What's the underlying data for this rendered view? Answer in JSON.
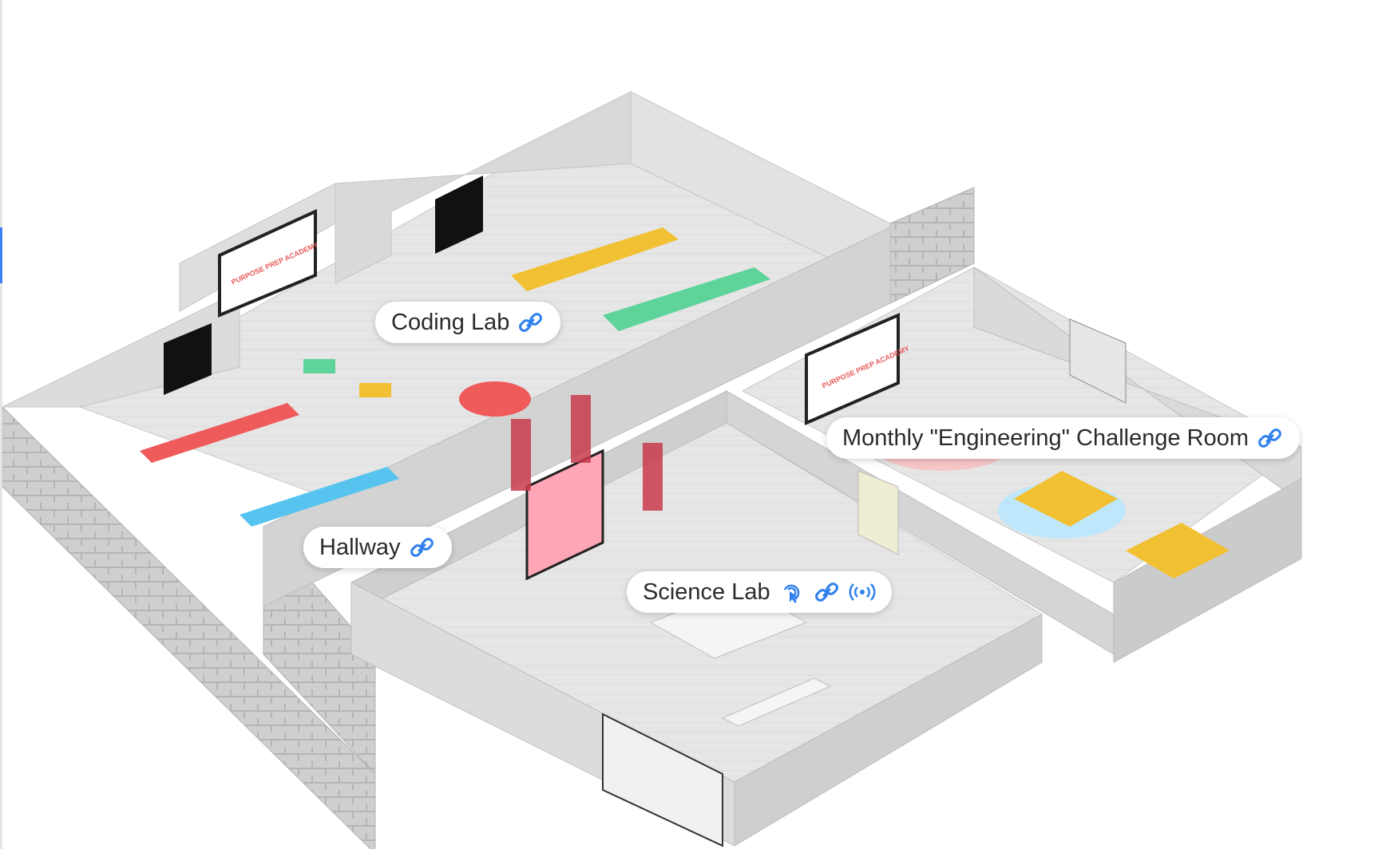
{
  "rooms": [
    {
      "id": "coding-lab",
      "label": "Coding Lab",
      "icons": [
        "link-icon"
      ]
    },
    {
      "id": "hallway",
      "label": "Hallway",
      "icons": [
        "link-icon"
      ]
    },
    {
      "id": "science-lab",
      "label": "Science Lab",
      "icons": [
        "pointer-icon",
        "link-icon",
        "broadcast-icon"
      ]
    },
    {
      "id": "engineering-room",
      "label": "Monthly \"Engineering\" Challenge Room",
      "icons": [
        "link-icon"
      ]
    }
  ],
  "banners": [
    {
      "id": "banner-coding-lab",
      "text": "PURPOSE PREP ACADEMY"
    },
    {
      "id": "banner-engineering",
      "text": "PURPOSE PREP ACADEMY"
    }
  ],
  "colors": {
    "floor": "#e4e4e4",
    "wall": "#d7d7d7",
    "brick": "#c9c9c9",
    "table_yellow": "#f2c033",
    "table_green": "#5ed39a",
    "table_red": "#ef5a5a",
    "table_blue": "#56c4ef",
    "link_blue": "#2f80ed"
  }
}
